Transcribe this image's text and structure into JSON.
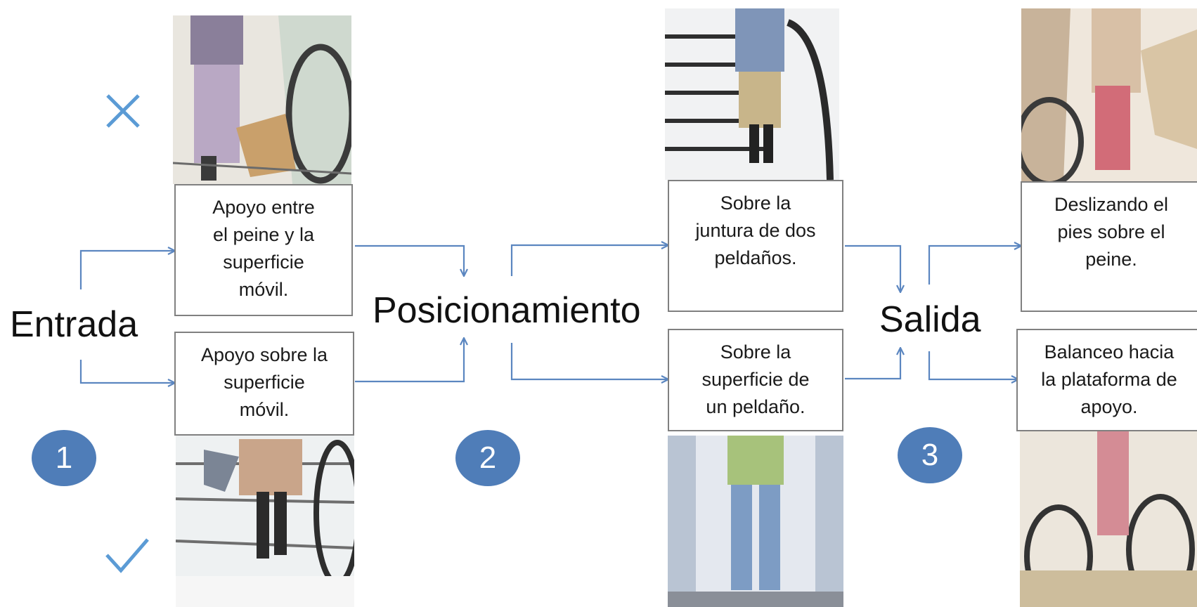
{
  "stages": {
    "entrada": "Entrada",
    "posicionamiento": "Posicionamiento",
    "salida": "Salida"
  },
  "steps": [
    "1",
    "2",
    "3"
  ],
  "boxes": {
    "entrada_top": "Apoyo  entre\nel peine y la\nsuperficie\nmóvil.",
    "entrada_bottom": "Apoyo sobre la\nsuperficie\nmóvil.",
    "pos_top": "Sobre la\njuntura de dos\npeldaños.",
    "pos_bottom": "Sobre la\nsuperficie de\nun peldaño.",
    "salida_top": "Deslizando el\npies sobre el\npeine.",
    "salida_bottom": "Balanceo hacia\nla plataforma de\napoyo."
  },
  "marks": {
    "wrong": "cross-icon",
    "right": "check-icon"
  },
  "colors": {
    "arrow": "#5b86c0",
    "badge": "#4f7db8",
    "mark": "#5b9bd5",
    "box_border": "#808080"
  }
}
